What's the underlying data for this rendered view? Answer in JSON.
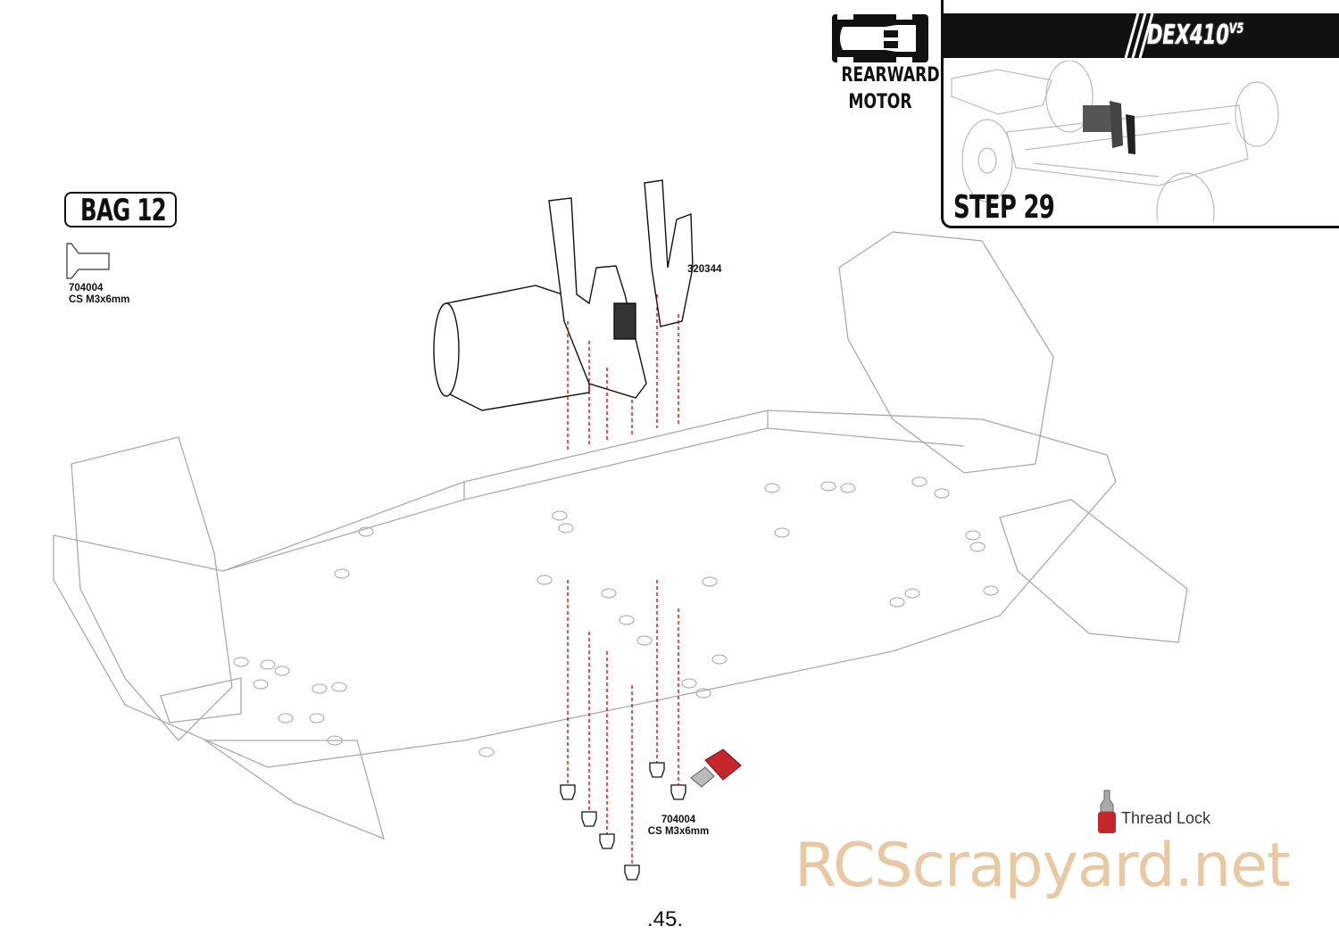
{
  "header": {
    "mode_line1": "REARWARD",
    "mode_line2": "MOTOR",
    "brand": "DEX410",
    "brand_version": "V5",
    "step_title": "STEP 29"
  },
  "bag": {
    "label": "BAG 12",
    "part_number": "704004",
    "part_desc": "CS M3x6mm"
  },
  "callouts": {
    "motor_mount_part": "320344",
    "screw_part_number": "704004",
    "screw_desc": "CS M3x6mm",
    "thread_lock": "Thread Lock"
  },
  "footer": {
    "page_number": ".45.",
    "watermark": "RCScrapyard.net"
  }
}
